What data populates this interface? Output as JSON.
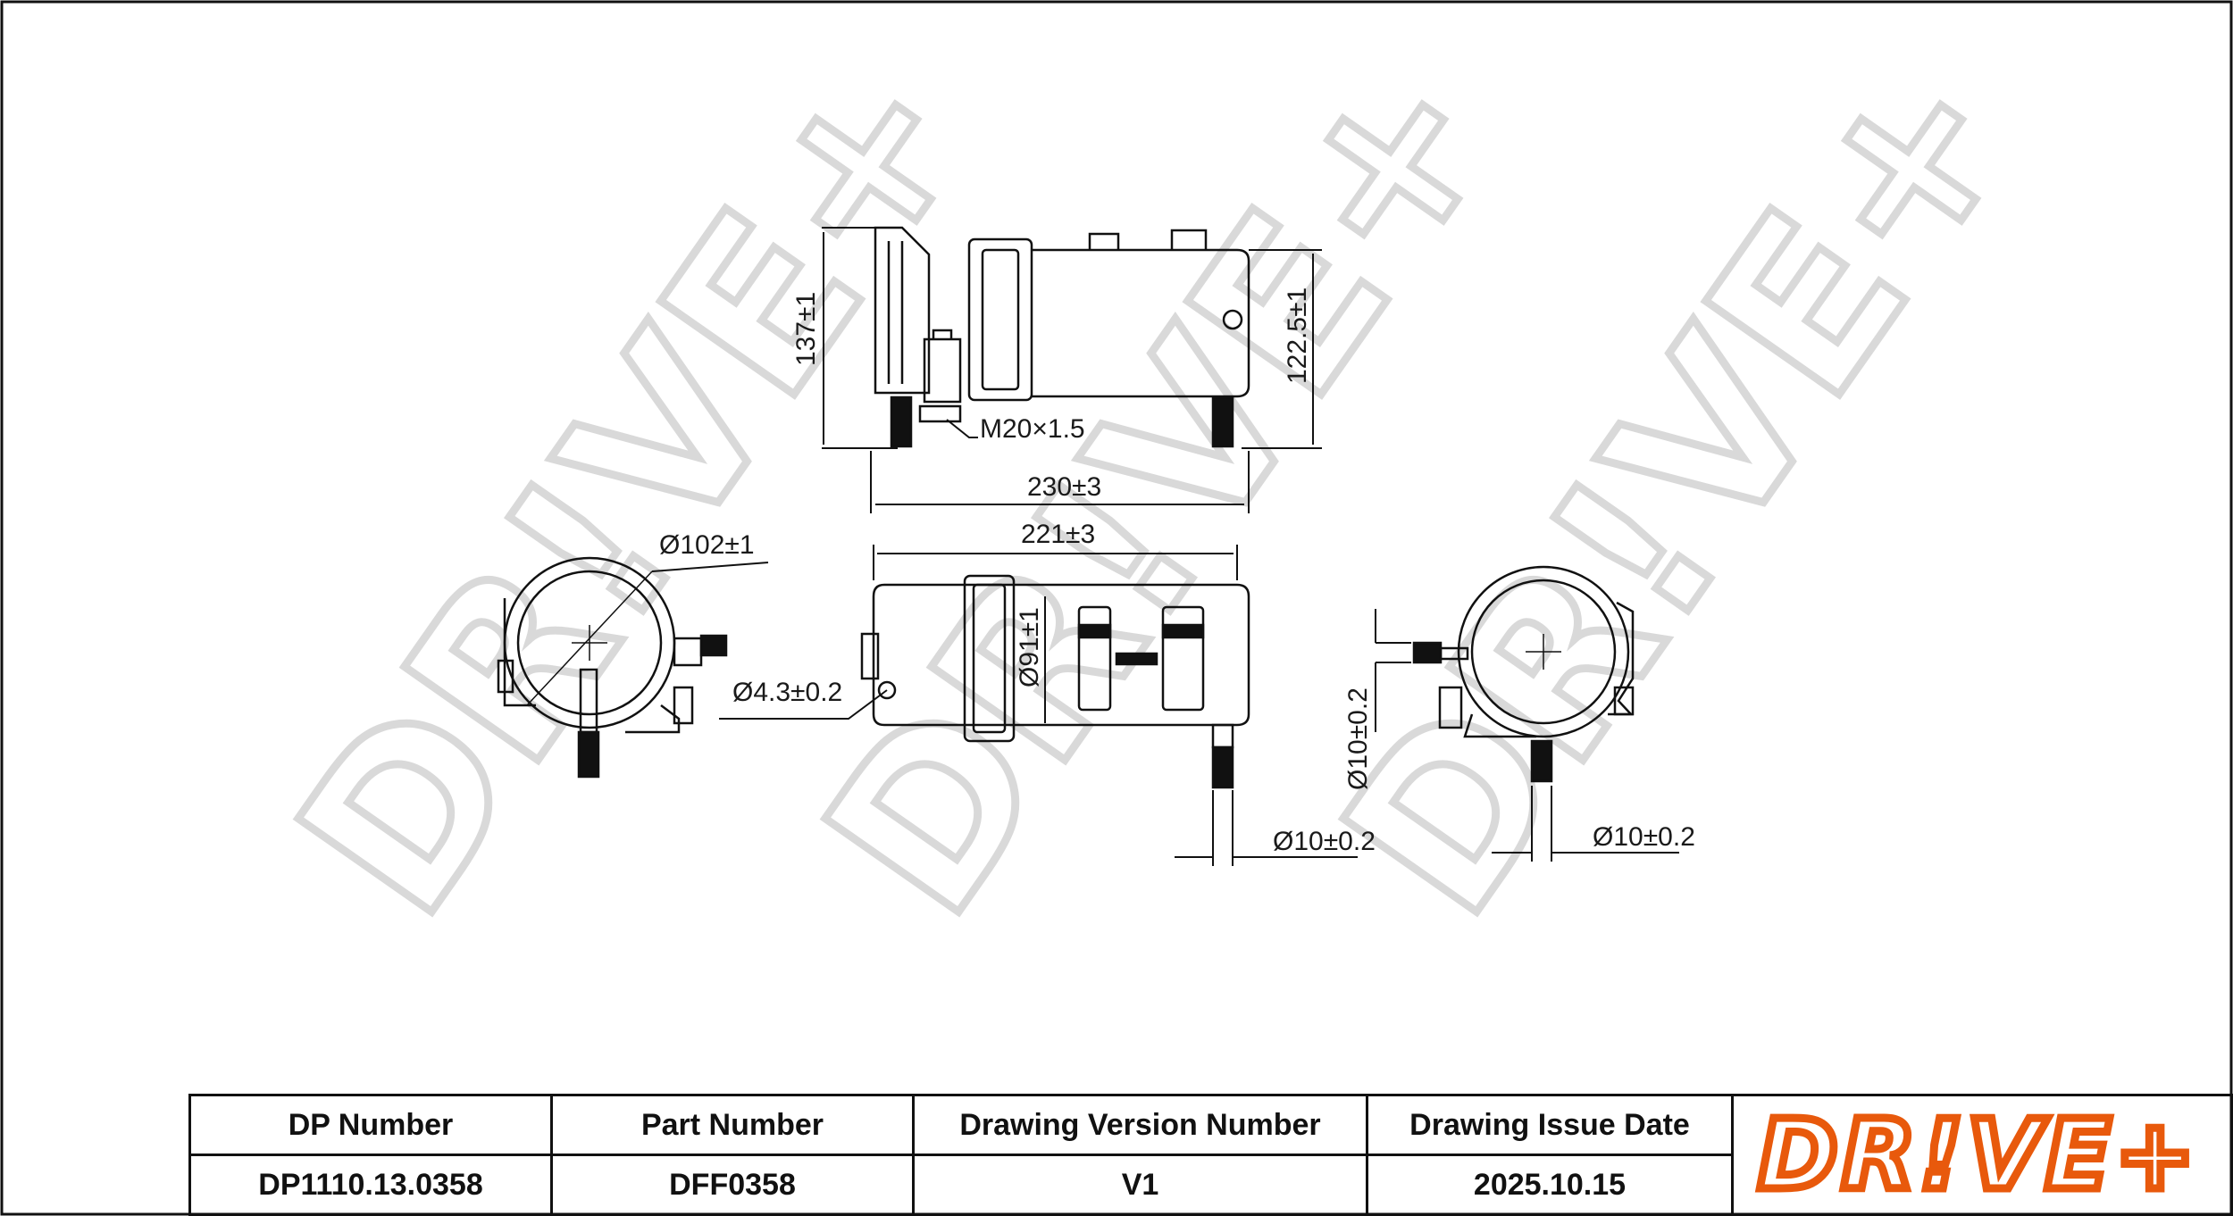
{
  "watermark": {
    "text": "DR!VE+",
    "color": "#d9d9d9"
  },
  "dimensions": {
    "height_total": "137±1",
    "height_body": "122.5±1",
    "thread": "M20×1.5",
    "length_total": "230±3",
    "length_body": "221±3",
    "diameter_outer": "Ø102±1",
    "diameter_body": "Ø91±1",
    "diameter_hole": "Ø4.3±0.2",
    "diameter_pipe_vertical": "Ø10±0.2",
    "diameter_pipe_bottom_center": "Ø10±0.2",
    "diameter_pipe_bottom_right": "Ø10±0.2"
  },
  "title_block": {
    "headers": [
      "DP Number",
      "Part Number",
      "Drawing Version Number",
      "Drawing Issue Date"
    ],
    "values": [
      "DP1110.13.0358",
      "DFF0358",
      "V1",
      "2025.10.15"
    ]
  },
  "logo": {
    "text": "DR!VE+",
    "color": "#e8590c"
  }
}
